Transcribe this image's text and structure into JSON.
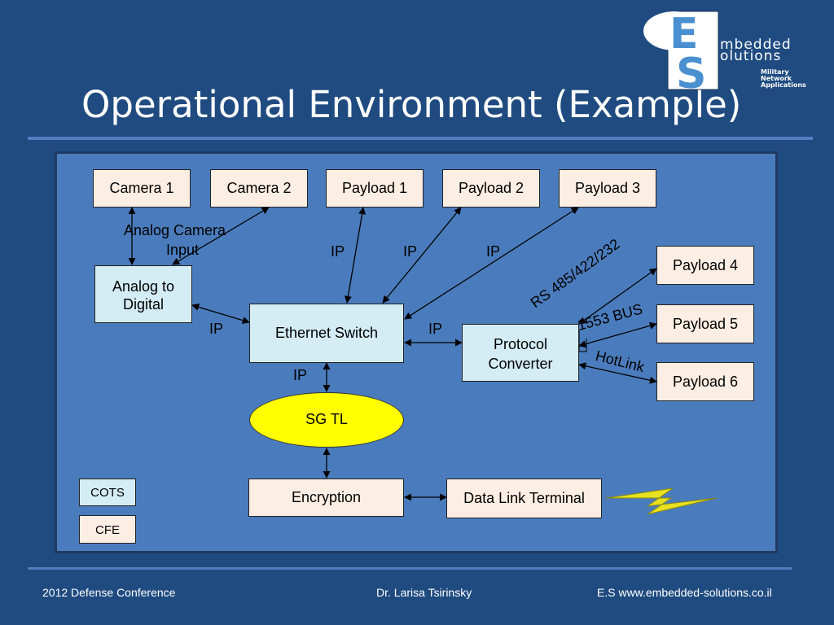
{
  "title": "Operational Environment (Example)",
  "logo": {
    "letters": [
      "E",
      "S"
    ],
    "line1": "mbedded",
    "line2": "olutions",
    "tagline": [
      "Military",
      "Network",
      "Applications"
    ]
  },
  "nodes": {
    "camera1": "Camera 1",
    "camera2": "Camera 2",
    "payload1": "Payload 1",
    "payload2": "Payload 2",
    "payload3": "Payload 3",
    "payload4": "Payload 4",
    "payload5": "Payload 5",
    "payload6": "Payload 6",
    "analog_to_digital": "Analog to Digital",
    "ethernet_switch": "Ethernet Switch",
    "protocol_converter": "Protocol Converter",
    "sg_tl": "SG TL",
    "encryption": "Encryption",
    "data_link_terminal": "Data Link Terminal"
  },
  "edge_labels": {
    "analog_camera_input_1": "Analog Camera",
    "analog_camera_input_2": "Input",
    "ip": "IP",
    "rs485": "RS 485/422/232",
    "bus1553": "1553 BUS",
    "hotlink": "HotLink"
  },
  "legend": {
    "cots": "COTS",
    "cfe": "CFE"
  },
  "colors": {
    "background": "#1f4b80",
    "panel": "#4a7cbd",
    "cfe_fill": "#fdeee4",
    "cots_fill": "#d4ecf3",
    "sg_tl_fill": "#ffff00",
    "lightning": "#e8e020"
  },
  "footer": {
    "left": "2012 Defense Conference",
    "center": "Dr. Larisa Tsirinsky",
    "right": "E.S www.embedded-solutions.co.il"
  }
}
